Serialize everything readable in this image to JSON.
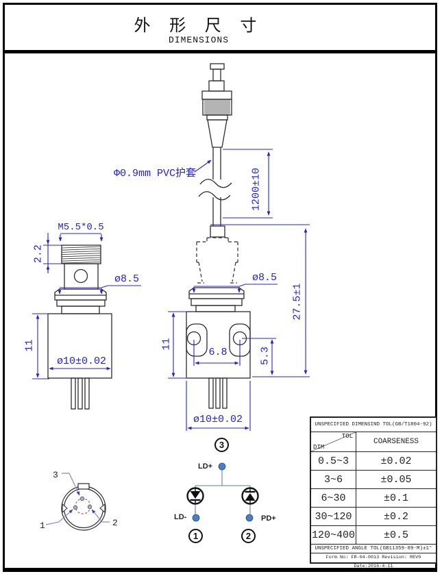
{
  "sheet": {
    "title_cn": "外 形 尺 寸",
    "title_en": "DIMENSIONS"
  },
  "colors": {
    "dimension_blue": "#2323cf",
    "outline_black": "#2a2a2a",
    "schematic_wire_blue": "#7596c6",
    "node_dot_blue": "#4d7fc0",
    "pin_circle_red": "#d05060"
  },
  "dims": {
    "pvc_jacket": "Φ0.9mm PVC护套",
    "cable_length": "1200±10",
    "total_length": "27.5±1",
    "thread": "M5.5*0.5",
    "thread_length": "2.2",
    "flange_dia_left": "ø8.5",
    "flange_dia_mid": "ø8.5",
    "body_height_left": "11",
    "body_height_mid": "11",
    "body_dia_left": "ø10±0.02",
    "body_dia_mid": "ø10±0.02",
    "hole_spacing": "6.8",
    "hole_offset": "5.3"
  },
  "pinout": {
    "pin1": "1",
    "pin2": "2",
    "pin3": "3"
  },
  "schematic": {
    "node1": "1",
    "node2": "2",
    "node3": "3",
    "ld_plus": "LD+",
    "ld_minus": "LD-",
    "pd_plus": "PD+"
  },
  "tol_table": {
    "title": "UNSPECIFIED DIMENSIND TOL(GB/T1804-92)",
    "header": {
      "tol": "TOL",
      "dim": "DIM",
      "coarseness": "COARSENESS"
    },
    "rows": [
      {
        "range": "0.5~3",
        "tol": "±0.02"
      },
      {
        "range": "3~6",
        "tol": "±0.05"
      },
      {
        "range": "6~30",
        "tol": "±0.1"
      },
      {
        "range": "30~120",
        "tol": "±0.2"
      },
      {
        "range": "120~400",
        "tol": "±0.5"
      }
    ],
    "angle_note": "UNSPECIFIED ANGLE TOL(GB11359-89-M)±1°",
    "form_note": "Form No: FR-04-0013 Revision: REV0 Date:2016-4-11"
  }
}
